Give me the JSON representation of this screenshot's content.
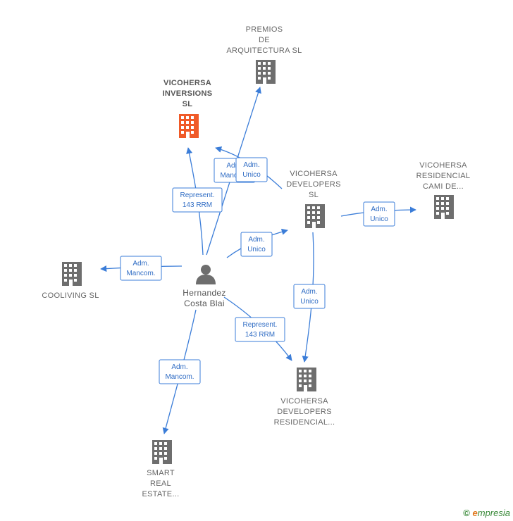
{
  "colors": {
    "building": "#6e6e6e",
    "building_main": "#f05a28",
    "edge": "#3b7dd8",
    "person": "#6e6e6e"
  },
  "nodes": {
    "premios": {
      "lines": [
        "PREMIOS",
        "DE",
        "ARQUITECTURA SL"
      ],
      "icon": "building-icon"
    },
    "inversions": {
      "lines": [
        "VICOHERSA",
        "INVERSIONS",
        "SL"
      ],
      "icon": "building-icon",
      "highlight": true
    },
    "developers": {
      "lines": [
        "VICOHERSA",
        "DEVELOPERS",
        "SL"
      ],
      "icon": "building-icon"
    },
    "residencial_cami": {
      "lines": [
        "VICOHERSA",
        "RESIDENCIAL",
        "CAMI DE..."
      ],
      "icon": "building-icon"
    },
    "cooliving": {
      "lines": [
        "COOLIVING  SL"
      ],
      "icon": "building-icon"
    },
    "person": {
      "lines": [
        "Hernandez",
        "Costa Blai"
      ],
      "icon": "person-icon"
    },
    "dev_residencial": {
      "lines": [
        "VICOHERSA",
        "DEVELOPERS",
        "RESIDENCIAL..."
      ],
      "icon": "building-icon"
    },
    "smart": {
      "lines": [
        "SMART",
        "REAL",
        "ESTATE..."
      ],
      "icon": "building-icon"
    }
  },
  "edges": {
    "e1": [
      "Adm.",
      "Mancom."
    ],
    "e2": [
      "Adm.",
      "Unico"
    ],
    "e3": [
      "Represent.",
      "143 RRM"
    ],
    "e4": [
      "Adm.",
      "Unico"
    ],
    "e5": [
      "Adm.",
      "Unico"
    ],
    "e6": [
      "Adm.",
      "Mancom."
    ],
    "e7": [
      "Adm.",
      "Unico"
    ],
    "e8": [
      "Represent.",
      "143 RRM"
    ],
    "e9": [
      "Adm.",
      "Mancom."
    ]
  },
  "footer": {
    "copyright": "©",
    "brand_first": "e",
    "brand_rest": "mpresia"
  }
}
